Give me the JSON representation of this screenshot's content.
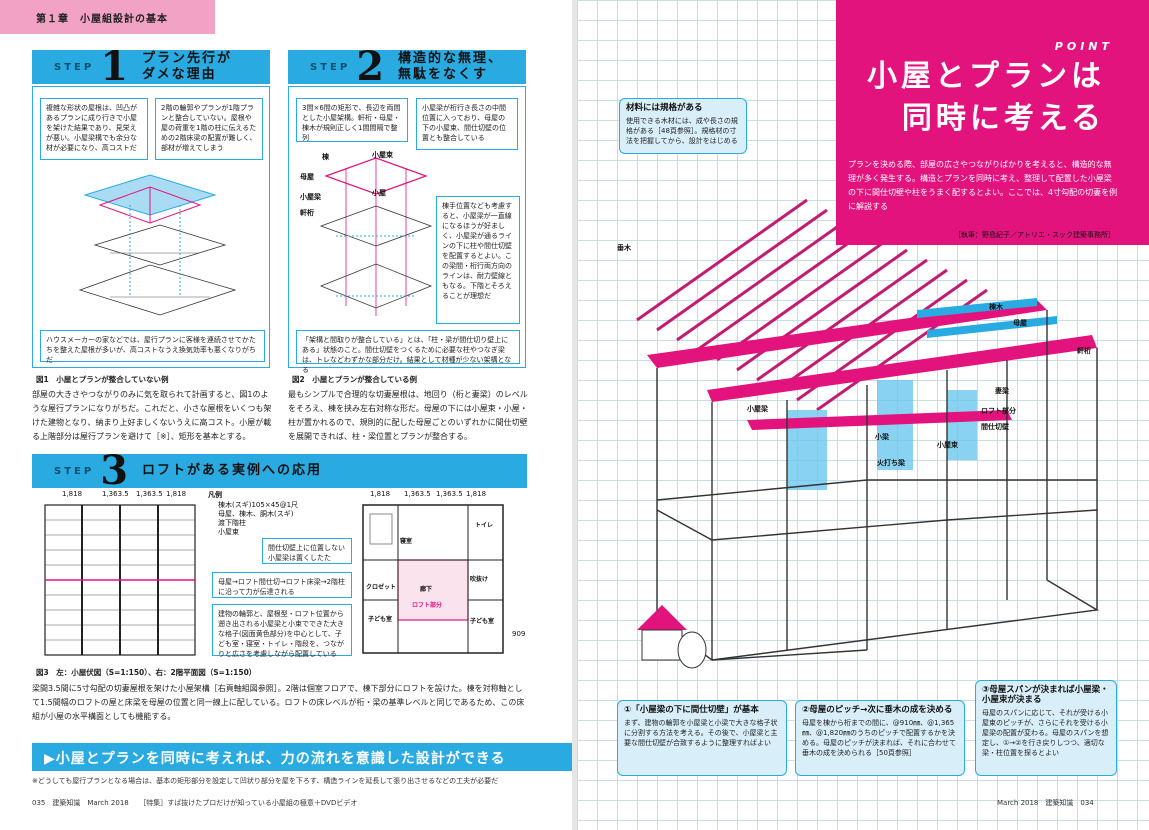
{
  "left_page": {
    "chapter": "第１章　小屋組設計の基本",
    "step1": {
      "label": "STEP",
      "number": "1",
      "title_l1": "プラン先行が",
      "title_l2": "ダメな理由",
      "note_a": "複雑な形状の屋根は、凹凸があるプランに成り行きで小屋を架けた結果であり、見栄えが悪い。小屋梁構でも余分な材が必要になり、高コストだ",
      "note_b": "2階の輪郭やプランが1階プランと整合していない。屋根や屋の荷重を1階の柱に伝えるための2階床梁の配置が難しく、部材が増えてしまう",
      "note_c": "ハウスメーカーの家などでは、屋行プランに客様を連続させてかたちを整えた屋根が多いが、高コストなうえ換気効率も悪くなりがちだ",
      "caption": "図1　小屋とプランが整合していない例",
      "body": "部屋の大きさやつながりのみに気を取られて計画すると、図1のような屋行プランになりがちだ。これだと、小さな屋根をいくつも架けた建物となり、納まり上好ましくないうえに高コスト。小屋が載る上階部分は屋行プランを避けて［※］、矩形を基本とする。"
    },
    "step2": {
      "label": "STEP",
      "number": "2",
      "title_l1": "構造的な無理、",
      "title_l2": "無駄をなくす",
      "note_a": "3間×6間の矩形で、長辺を両間とした小屋架構。軒桁・母屋・棟木が規則正しく1間間隔で整列",
      "note_b": "小屋梁が桁行き長さの中間位置に入っており、母屋の下の小屋束、間仕切壁の位置とも整合している",
      "note_c": "棟手位置なども考慮すると、小屋梁が一直線になるほうが好ましく、小屋梁が通るラインの下に柱や間仕切壁を配置するとよい。この梁間・桁行両方向のラインは、耐力壁線ともなる。下階とそろえることが理想だ",
      "note_d": "「架構と間取りが整合している」とは、「柱・梁が間仕切り壁上にある」状態のこと。間仕切壁をつくるために必要な柱やつなぎ梁は、トレなどわずかな部分だけ。結果として材種が少ない架構となる",
      "caption": "図2　小屋とプランが整合している例",
      "body": "最もシンプルで合理的な切妻屋根は、地回り（桁と妻梁）のレベルをそろえ、棟を挟み左右対称な形だ。母屋の下には小屋束・小屋・柱が置かれるので、規則的に配した母屋ごとのいずれかに間仕切壁を展開できれば、柱・梁位置とプランが整合する。",
      "labels": [
        "棟",
        "小屋束",
        "母屋",
        "小屋",
        "小屋梁",
        "軒桁"
      ]
    },
    "step3": {
      "label": "STEP",
      "number": "3",
      "title": "ロフトがある実例への応用",
      "dims": [
        "1,818",
        "1,363.5",
        "1,363.5",
        "1,818"
      ],
      "legend_title": "凡例",
      "legend": [
        "棟木(スギ)105×45@1尺",
        "母屋、棟木、胴木(スギ)",
        "渡下階柱",
        "小屋束"
      ],
      "note_a": "間仕切壁上に位置しない小屋梁は置くしたた",
      "note_b": "母屋→ロフト間仕切→ロフト床梁→2階柱に沿って力が伝達される",
      "note_c": "建物の輪郭と、屋根型・ロフト位置から遡き出される小屋梁と小束でできた大きな格子(図面黄色部分)を中心として、子ども室・寝室・トイレ・階段を、つながりと広さを考慮しながら配置している",
      "rooms": [
        "寝室",
        "トイレ",
        "クロゼット",
        "廊下",
        "吹抜け",
        "ロフト部分",
        "子ども室",
        "子ども室"
      ],
      "side_dim": "909",
      "caption": "図3　左：小屋伏図（S=1:150）、右：2階平面図（S=1:150）",
      "body": "梁間3.5間に5寸勾配の切妻屋根を架けた小屋架構［右頁軸組図参照］。2階は個室フロアで、棟下部分にロフトを設けた。棟を対称軸として1.5間幅のロフトの屋と床梁を母屋の位置と同一線上に配している。ロフトの床レベルが桁・梁の基準レベルと同じであるため、この床組が小屋の水平構面としても機能する。"
    },
    "banner": "▶小屋とプランを同時に考えれば、力の流れを意識した設計ができる",
    "footnote": "※どうしても屋行プランとなる場合は、基本の矩形部分を設定して凹状り部分を屋を下ろす、構造ラインを延長して張り出させるなどの工夫が必要だ",
    "folio": "035　建築知識　March 2018　　［特集］すば抜けたプロだけが知っている小屋組の極意＋DVDビデオ"
  },
  "right_page": {
    "point": "POINT",
    "heading_l1": "小屋とプランは",
    "heading_l2": "同時に考える",
    "lead": "プランを決める際、部屋の広さやつながりばかりを考えると、構造的な無理が多く発生する。構造とプランを同時に考え、整理して配置した小屋梁の下に間仕切壁や柱をうまく配するとよい。ここでは、4寸勾配の切妻を例に解説する",
    "author": "［執筆：野島紀子／アトリエ・スック建築事務所］",
    "callout_top": {
      "title": "材料には規格がある",
      "text": "使用できる木材には、成や長さの規格がある［48頁参照］。規格材の寸法を把握してから、設計をはじめる"
    },
    "labels": [
      "垂木",
      "棟木",
      "母屋",
      "軒桁",
      "妻梁",
      "ロフト部分",
      "間仕切壁",
      "小屋梁",
      "小梁",
      "小屋束",
      "火打ち梁"
    ],
    "callouts": [
      {
        "title": "①「小屋梁の下に間仕切壁」が基本",
        "text": "まず、建物の輪郭を小屋梁と小梁で大きな格子状に分割する方法を考える。その後で、小屋梁と主要な間仕切壁が合致するように整理すればよい"
      },
      {
        "title": "②母屋のピッチ→次に垂木の成を決める",
        "text": "母屋を棟から桁までの間に、@910㎜、@1,365㎜、@1,820㎜のうちのピッチで配置するかを決める。母屋のピッチが決まれば、それに合わせて垂木の成を決められる［50頁参照］"
      },
      {
        "title": "③母屋スパンが決まれば小屋梁・小屋束が決まる",
        "text": "母屋のスパンに応じて、それが受ける小屋束のピッチが、さらにそれを受ける小屋梁の配置が変わる。母屋のスパンを想定し、①→②を行き戻りしつつ、適切な梁・柱位置を探るとよい"
      }
    ],
    "folio": "March 2018　建築知識　034",
    "colors": {
      "accent_blue": "#29abe2",
      "magenta": "#e3137e",
      "pink_tab": "#f2a2c4",
      "light_blue": "#d8eef9"
    }
  }
}
